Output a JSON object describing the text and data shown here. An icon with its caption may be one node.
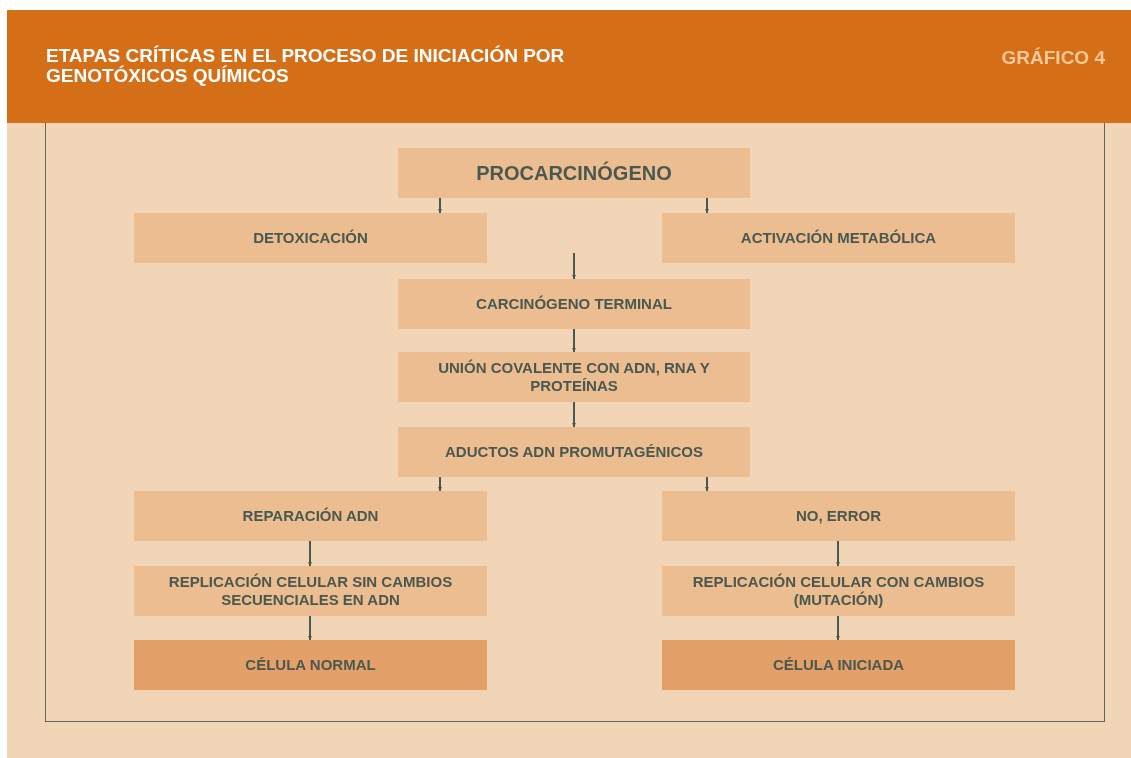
{
  "diagram": {
    "title": "ETAPAS CRÍTICAS EN EL PROCESO DE INICIACIÓN POR GENOTÓXICOS QUÍMICOS",
    "nodes": [
      {
        "text": [
          "PROCARCINÓGENO"
        ]
      },
      {
        "text": [
          "DETOXICACIÓN"
        ]
      },
      {
        "text": [
          "ACTIVACIÓN METABÓLICA"
        ]
      },
      {
        "text": [
          "CARCINÓGENO TERMINAL"
        ]
      },
      {
        "text": [
          "UNIÓN COVALENTE CON ADN, RNA Y PROTEÍNAS"
        ]
      },
      {
        "text": [
          "ADUCTOS ADN PROMUTAGÉNICOS"
        ]
      },
      {
        "text": [
          "REPARACIÓN ADN"
        ]
      },
      {
        "text": [
          "NO, ERROR"
        ]
      },
      {
        "text": [
          "REPLICACIÓN CELULAR SIN CAMBIOS SECUENCIALES EN ADN"
        ]
      },
      {
        "text": [
          "REPLICACIÓN CELULAR CON CAMBIOS (MUTACIÓN)"
        ]
      },
      {
        "text": [
          "CÉLULA NORMAL"
        ]
      },
      {
        "text": [
          "CÉLULA INICIADA"
        ]
      }
    ],
    "edges": [
      {
        "from": 0,
        "to": 1,
        "arrow": "to"
      },
      {
        "from": 0,
        "to": 2,
        "arrow": "to"
      },
      {
        "from": null,
        "to": 3,
        "arrow": "to"
      },
      {
        "from": 3,
        "to": 4,
        "arrow": "to"
      },
      {
        "from": 4,
        "to": 5,
        "arrow": "to"
      },
      {
        "from": 5,
        "to": 6,
        "arrow": "to"
      },
      {
        "from": 5,
        "to": 7,
        "arrow": "to"
      },
      {
        "from": 6,
        "to": 8,
        "arrow": "to"
      },
      {
        "from": 8,
        "to": 10,
        "arrow": "to"
      },
      {
        "from": 7,
        "to": 9,
        "arrow": "to"
      },
      {
        "from": 9,
        "to": 11,
        "arrow": "to"
      }
    ],
    "labels": [
      "GRÁFICO 4"
    ]
  }
}
